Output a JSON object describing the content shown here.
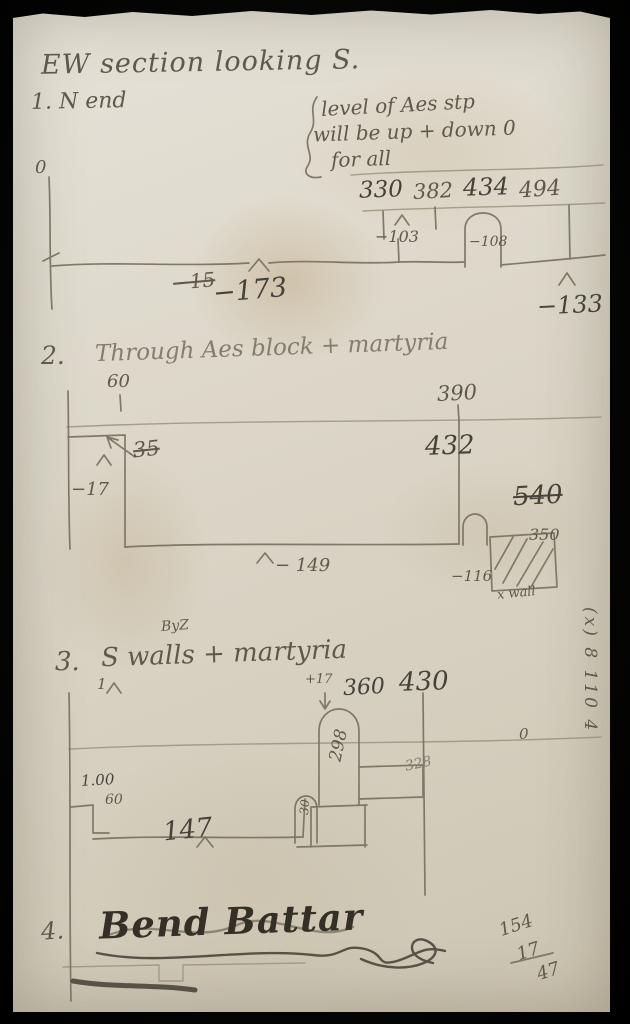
{
  "paper": {
    "title": "EW section looking S.",
    "note": {
      "line1": "level of Aes stp",
      "line2": "will be up + down 0",
      "line3": "for all"
    },
    "s1": {
      "label": "1. N end",
      "datum": "0",
      "top_numbers": [
        "330",
        "382",
        "434",
        "494"
      ],
      "minus103": "−103",
      "minus108": "−108",
      "struck15": "−15",
      "minus173": "−173",
      "minus133": "−133"
    },
    "s2": {
      "num": "2.",
      "heading": "Through Aes block + martyria",
      "n60": "60",
      "n390": "390",
      "n35": "35",
      "minus17": "−17",
      "minus149": "− 149",
      "n432": "432",
      "n540": "540",
      "n350": "350",
      "minus116": "−116",
      "xwall": "x wall"
    },
    "s3": {
      "num": "3.",
      "byz": "ByZ",
      "heading": "S walls + martyria",
      "sub1": "1",
      "plus17": "+17",
      "n360": "360",
      "n430": "430",
      "zero": "0",
      "rotated": "(x) 8 110 4",
      "n100": "1.00",
      "n60": "60",
      "n147": "147",
      "n298": "298",
      "n30": "30",
      "n328": "328"
    },
    "s4": {
      "num": "4.",
      "signature": "Bend Battar",
      "n154": "154",
      "n17": "17",
      "n47": "47"
    }
  }
}
